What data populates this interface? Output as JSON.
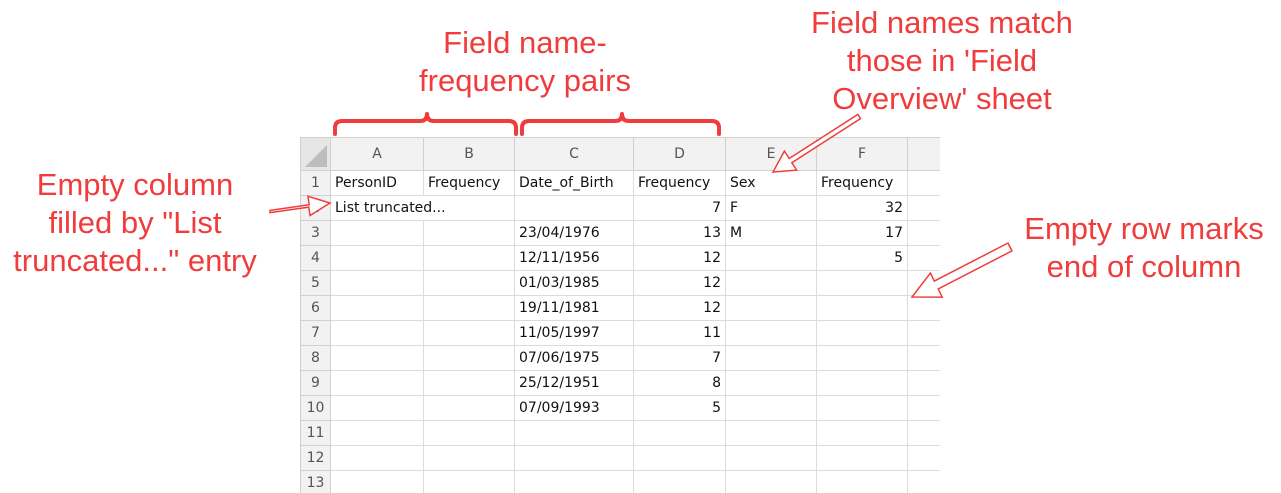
{
  "sheet": {
    "column_headers": [
      "A",
      "B",
      "C",
      "D",
      "E",
      "F"
    ],
    "row_numbers": [
      "1",
      "2",
      "3",
      "4",
      "5",
      "6",
      "7",
      "8",
      "9",
      "10",
      "11",
      "12",
      "13"
    ],
    "rows": [
      [
        "PersonID",
        "Frequency",
        "Date_of_Birth",
        "Frequency",
        "Sex",
        "Frequency"
      ],
      [
        "List truncated...",
        "",
        "",
        "7",
        "F",
        "32"
      ],
      [
        "",
        "",
        "23/04/1976",
        "13",
        "M",
        "17"
      ],
      [
        "",
        "",
        "12/11/1956",
        "12",
        "",
        "5"
      ],
      [
        "",
        "",
        "01/03/1985",
        "12",
        "",
        ""
      ],
      [
        "",
        "",
        "19/11/1981",
        "12",
        "",
        ""
      ],
      [
        "",
        "",
        "11/05/1997",
        "11",
        "",
        ""
      ],
      [
        "",
        "",
        "07/06/1975",
        "7",
        "",
        ""
      ],
      [
        "",
        "",
        "25/12/1951",
        "8",
        "",
        ""
      ],
      [
        "",
        "",
        "07/09/1993",
        "5",
        "",
        ""
      ],
      [
        "",
        "",
        "",
        "",
        "",
        ""
      ],
      [
        "",
        "",
        "",
        "",
        "",
        ""
      ],
      [
        "",
        "",
        "",
        "",
        "",
        ""
      ]
    ]
  },
  "annotations": {
    "pairs": "Field name-\nfrequency pairs",
    "field_names": "Field names match\nthose in 'Field\nOverview' sheet",
    "empty_column": "Empty column\nfilled by \"List\ntruncated...\" entry",
    "empty_row": "Empty row marks\nend of column"
  },
  "colors": {
    "annotation": "#f03c3c",
    "header_bg": "#f2f2f2",
    "grid": "#dcdcdc"
  }
}
